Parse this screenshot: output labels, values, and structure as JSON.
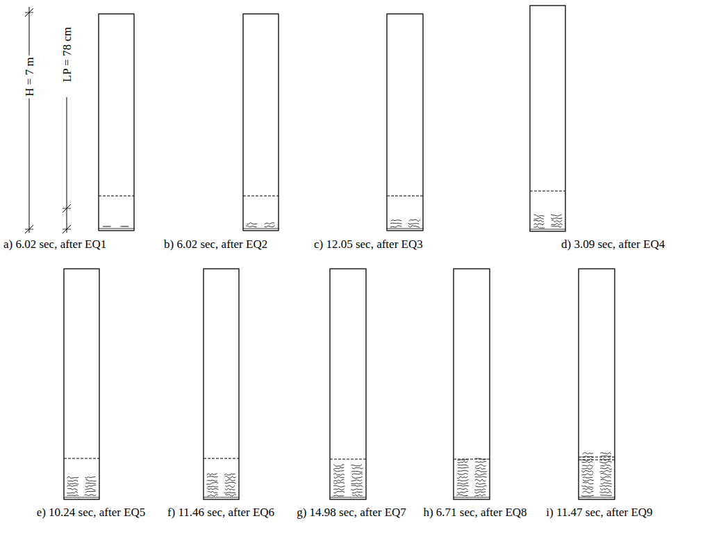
{
  "diagram": {
    "labels": [
      "H = 7 m",
      "LP = 78 cm",
      "a) 6.02 sec, after EQ1",
      "b) 6.02 sec, after EQ2",
      "c) 12.05 sec, after EQ3",
      "d) 3.09 sec, after EQ4",
      "e) 10.24 sec, after EQ5",
      "f) 11.46 sec, after EQ6",
      "g) 14.98 sec, after EQ7",
      "h) 6.71 sec, after EQ8",
      "i) 11.47 sec, after EQ9"
    ]
  }
}
